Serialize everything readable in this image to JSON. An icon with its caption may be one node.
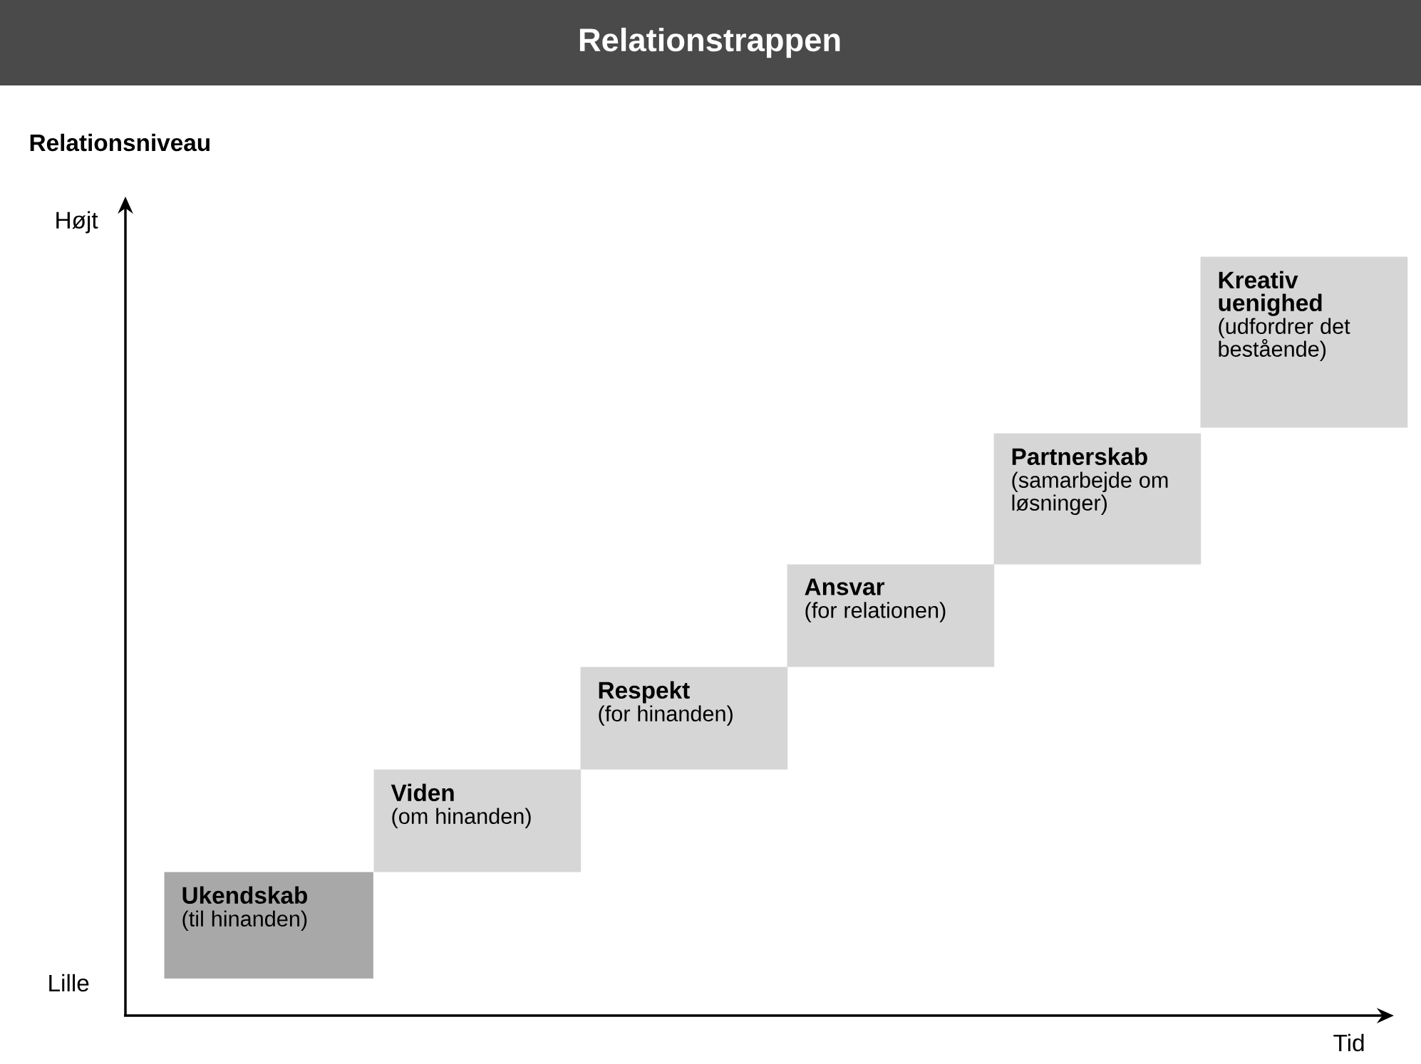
{
  "diagram": {
    "title": "Relationstrappen",
    "nodes": [
      {
        "text": [
          "Ukendskab",
          "(til hinanden)"
        ]
      },
      {
        "text": [
          "Viden",
          "(om hinanden)"
        ]
      },
      {
        "text": [
          "Respekt",
          "(for hinanden)"
        ]
      },
      {
        "text": [
          "Ansvar",
          "(for relationen)"
        ]
      },
      {
        "text": [
          "Partnerskab",
          "(samarbejde om løsninger)"
        ]
      },
      {
        "text": [
          "Kreativ uenighed",
          "(udfordrer det bestående)"
        ]
      }
    ],
    "labels": [
      "Relationsniveau",
      "Højt",
      "Lille",
      "Tid"
    ]
  }
}
